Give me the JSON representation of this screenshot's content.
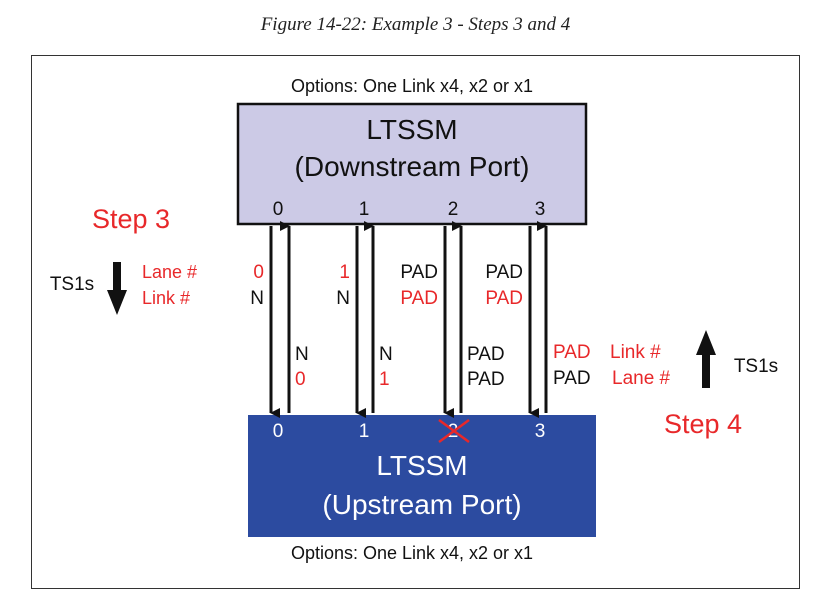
{
  "caption": "Figure 14-22: Example 3 - Steps 3 and 4",
  "downstream": {
    "options": "Options: One Link x4, x2 or x1",
    "title_line1": "LTSSM",
    "title_line2": "(Downstream Port)",
    "lanes": [
      "0",
      "1",
      "2",
      "3"
    ]
  },
  "upstream": {
    "options": "Options: One Link x4, x2 or x1",
    "title_line1": "LTSSM",
    "title_line2": "(Upstream Port)",
    "lanes": [
      "0",
      "1",
      "2",
      "3"
    ]
  },
  "step3": {
    "label": "Step 3",
    "ts": "TS1s",
    "lane_label": "Lane #",
    "link_label": "Link #",
    "lane_values": [
      "0",
      "1",
      "PAD",
      "PAD"
    ],
    "link_values": [
      "N",
      "N",
      "PAD",
      "PAD"
    ]
  },
  "step4": {
    "label": "Step 4",
    "ts": "TS1s",
    "link_label": "Link #",
    "lane_label": "Lane #",
    "link_values": [
      "N",
      "N",
      "PAD",
      "PAD"
    ],
    "lane_values": [
      "0",
      "1",
      "PAD",
      "PAD"
    ]
  },
  "colors": {
    "downstream_fill": "#cccae6",
    "upstream_fill": "#2c4ba0",
    "red": "#e8282a",
    "black": "#111111"
  }
}
